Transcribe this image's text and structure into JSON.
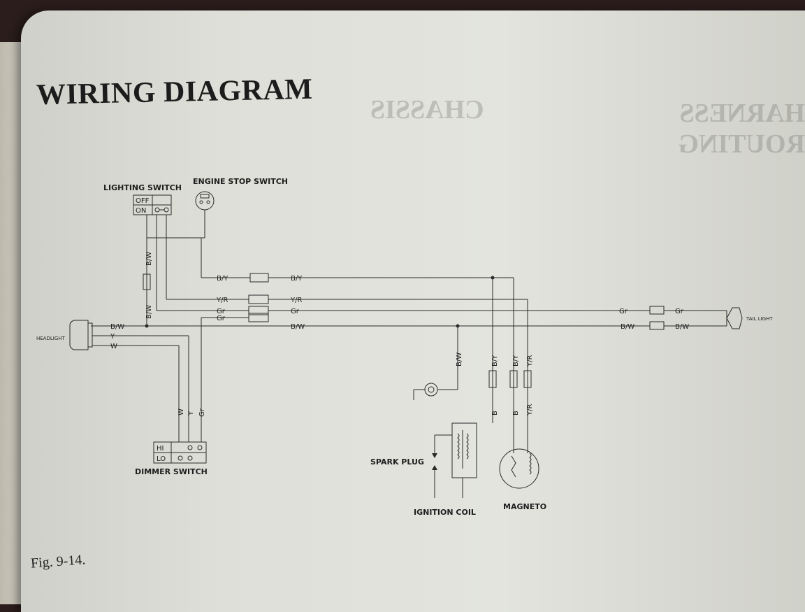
{
  "title": "WIRING DIAGRAM",
  "ghost_left": "CHASSIS",
  "ghost_right": "HARNESS ROUTING",
  "figure_label": "Fig. 9-14.",
  "components": {
    "lighting_switch": "LIGHTING SWITCH",
    "lighting_off": "OFF",
    "lighting_on": "ON",
    "engine_stop_switch": "ENGINE STOP SWITCH",
    "headlight": "HEADLIGHT",
    "tail_light": "TAIL LIGHT",
    "dimmer_switch": "DIMMER SWITCH",
    "dimmer_hi": "HI",
    "dimmer_lo": "LO",
    "spark_plug": "SPARK PLUG",
    "ignition_coil": "IGNITION COIL",
    "magneto": "MAGNETO"
  },
  "wires": {
    "by": "B/Y",
    "yr": "Y/R",
    "gr": "Gr",
    "bw": "B/W",
    "y": "Y",
    "w": "W",
    "b": "B"
  }
}
